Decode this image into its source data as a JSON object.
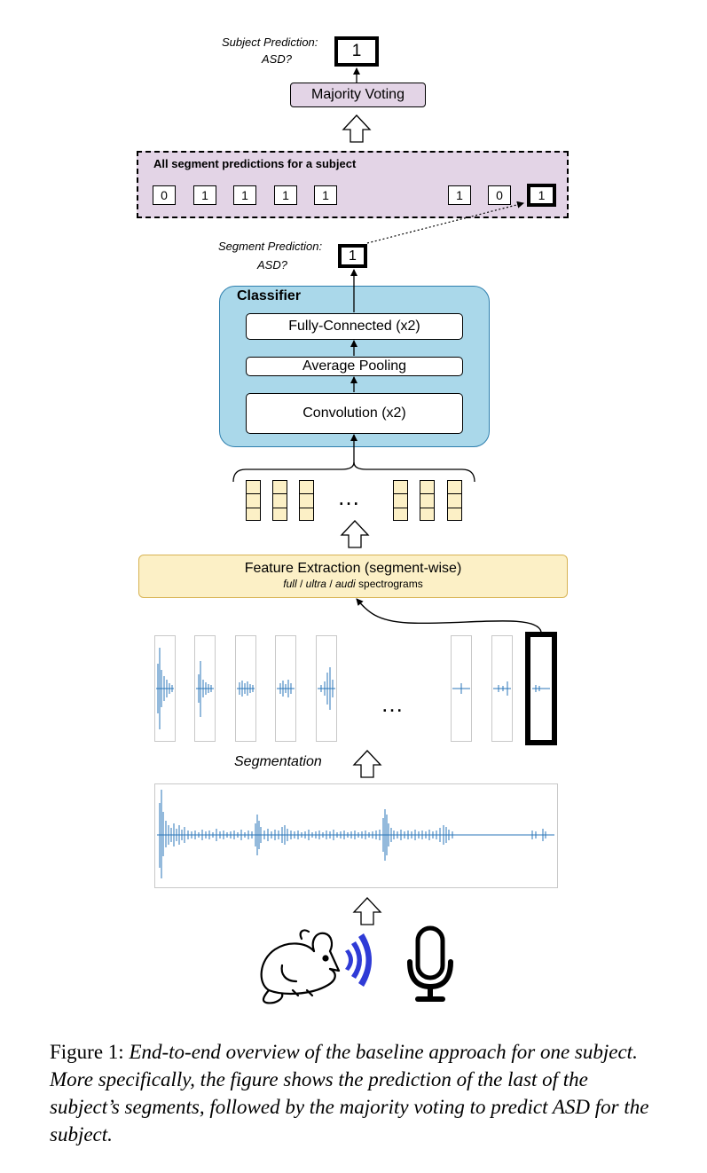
{
  "top": {
    "subject_label_line1": "Subject Prediction:",
    "subject_label_line2": "ASD?",
    "subject_value": "1",
    "voting_label": "Majority Voting"
  },
  "segments_panel": {
    "title": "All segment predictions for a subject",
    "left_predictions": [
      "0",
      "1",
      "1",
      "1",
      "1"
    ],
    "right_predictions": [
      "1",
      "0",
      "1"
    ]
  },
  "segment_prediction": {
    "label_line1": "Segment Prediction:",
    "label_line2": "ASD?",
    "value": "1"
  },
  "classifier": {
    "title": "Classifier",
    "layers": [
      "Fully-Connected (x2)",
      "Average Pooling",
      "Convolution (x2)"
    ]
  },
  "features": {
    "ellipsis": "…"
  },
  "feature_extraction": {
    "title": "Feature Extraction (segment-wise)",
    "subtitle_full": "full",
    "subtitle_sep1": " / ",
    "subtitle_ultra": "ultra",
    "subtitle_sep2": " / ",
    "subtitle_audi": "audi",
    "subtitle_tail": " spectrograms"
  },
  "segmentation": {
    "ellipsis": "…",
    "label": "Segmentation"
  },
  "colors": {
    "purple": "#e3d4e6",
    "blue": "#aad8ea",
    "blue_border": "#2e7fae",
    "yellow": "#fcf0c6",
    "yellow_border": "#d7b353",
    "wave": "#2a76b8",
    "signal": "#2f3bd6"
  },
  "caption": {
    "prefix": "Figure 1: ",
    "text": "End-to-end overview of the baseline approach for one subject. More specifically, the figure shows the prediction of the last of the subject’s segments, followed by the majority voting to predict ASD for the subject."
  }
}
